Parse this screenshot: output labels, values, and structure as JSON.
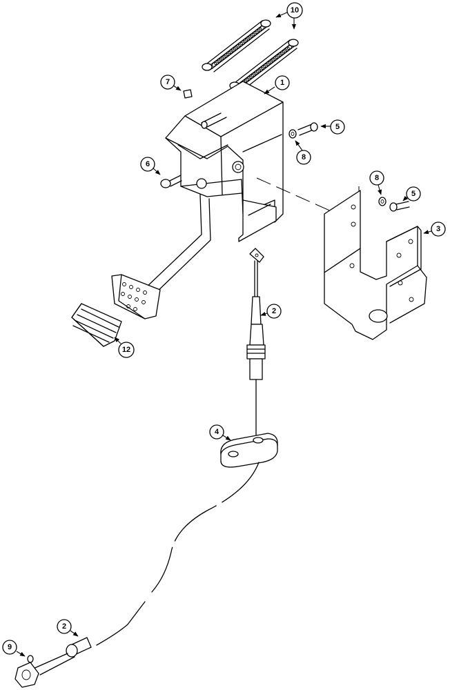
{
  "callouts": [
    {
      "id": "c1",
      "label": "1"
    },
    {
      "id": "c2a",
      "label": "2"
    },
    {
      "id": "c2b",
      "label": "2"
    },
    {
      "id": "c3",
      "label": "3"
    },
    {
      "id": "c4",
      "label": "4"
    },
    {
      "id": "c5a",
      "label": "5"
    },
    {
      "id": "c5b",
      "label": "5"
    },
    {
      "id": "c6",
      "label": "6"
    },
    {
      "id": "c7",
      "label": "7"
    },
    {
      "id": "c8a",
      "label": "8"
    },
    {
      "id": "c8b",
      "label": "8"
    },
    {
      "id": "c9",
      "label": "9"
    },
    {
      "id": "c10",
      "label": "10"
    },
    {
      "id": "c12",
      "label": "12"
    }
  ]
}
